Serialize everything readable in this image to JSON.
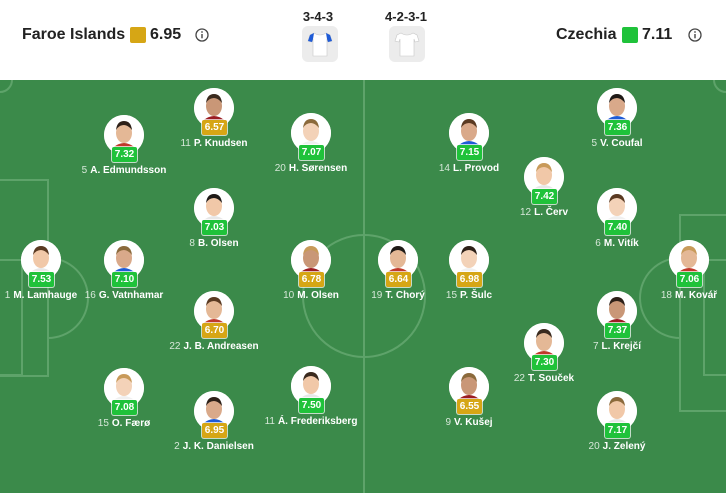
{
  "home": {
    "name": "Faroe Islands",
    "rating": "6.95",
    "rating_color": "#d6a615",
    "formation": "3-4-3",
    "shirt_color": "#ffffff",
    "shirt_accent": "#1f5bd6"
  },
  "away": {
    "name": "Czechia",
    "rating": "7.11",
    "rating_color": "#1fc23a",
    "formation": "4-2-3-1",
    "shirt_color": "#ffffff"
  },
  "colors": {
    "pitch": "#3b8a4a",
    "lines": "#5ea36a",
    "yellow": "#d6a615",
    "green": "#1fc23a"
  },
  "players": [
    {
      "num": "1",
      "name": "M. Lamhauge",
      "rating": "7.53",
      "color": "green"
    },
    {
      "num": "5",
      "name": "A. Edmundsson",
      "rating": "7.32",
      "color": "green"
    },
    {
      "num": "16",
      "name": "G. Vatnhamar",
      "rating": "7.10",
      "color": "green"
    },
    {
      "num": "15",
      "name": "O. Færø",
      "rating": "7.08",
      "color": "green"
    },
    {
      "num": "11",
      "name": "P. Knudsen",
      "rating": "6.57",
      "color": "yellow"
    },
    {
      "num": "8",
      "name": "B. Olsen",
      "rating": "7.03",
      "color": "green"
    },
    {
      "num": "22",
      "name": "J. B. Andreasen",
      "rating": "6.70",
      "color": "yellow"
    },
    {
      "num": "2",
      "name": "J. K. Danielsen",
      "rating": "6.95",
      "color": "yellow"
    },
    {
      "num": "20",
      "name": "H. Sørensen",
      "rating": "7.07",
      "color": "green"
    },
    {
      "num": "10",
      "name": "M. Olsen",
      "rating": "6.78",
      "color": "yellow"
    },
    {
      "num": "11",
      "name": "Á. Frederiksberg",
      "rating": "7.50",
      "color": "green"
    },
    {
      "num": "19",
      "name": "T. Chorý",
      "rating": "6.64",
      "color": "yellow"
    },
    {
      "num": "14",
      "name": "L. Provod",
      "rating": "7.15",
      "color": "green"
    },
    {
      "num": "15",
      "name": "P. Šulc",
      "rating": "6.98",
      "color": "yellow"
    },
    {
      "num": "9",
      "name": "V. Kušej",
      "rating": "6.55",
      "color": "yellow"
    },
    {
      "num": "12",
      "name": "L. Červ",
      "rating": "7.42",
      "color": "green"
    },
    {
      "num": "22",
      "name": "T. Souček",
      "rating": "7.30",
      "color": "green"
    },
    {
      "num": "5",
      "name": "V. Coufal",
      "rating": "7.36",
      "color": "green"
    },
    {
      "num": "6",
      "name": "M. Vitík",
      "rating": "7.40",
      "color": "green"
    },
    {
      "num": "7",
      "name": "L. Krejčí",
      "rating": "7.37",
      "color": "green"
    },
    {
      "num": "20",
      "name": "J. Zelený",
      "rating": "7.17",
      "color": "green"
    },
    {
      "num": "18",
      "name": "M. Kovář",
      "rating": "7.06",
      "color": "green"
    }
  ]
}
